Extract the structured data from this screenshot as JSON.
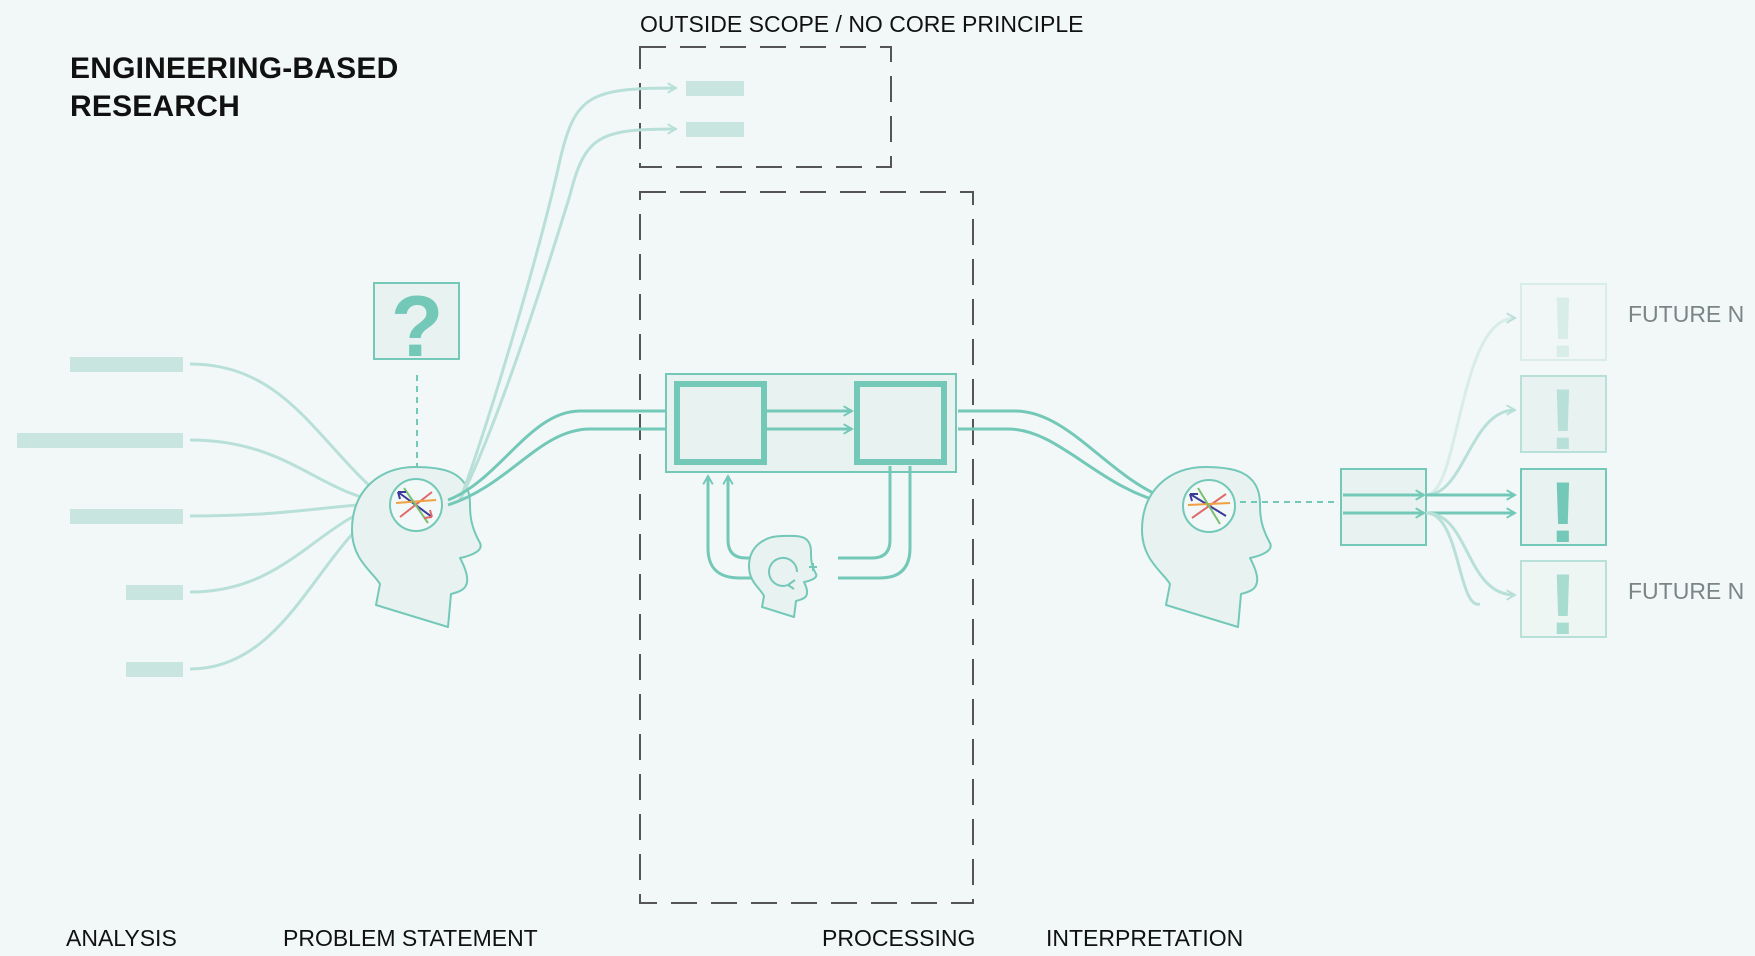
{
  "title_line1": "ENGINEERING-BASED",
  "title_line2": "RESEARCH",
  "scope_label": "OUTSIDE SCOPE / NO CORE PRINCIPLE",
  "question_glyph": "?",
  "exclaim_glyph": "!",
  "future_label_1": "FUTURE N",
  "future_label_2": "FUTURE N",
  "stages": {
    "analysis": "ANALYSIS",
    "problem_statement": "PROBLEM STATEMENT",
    "processing": "PROCESSING",
    "interpretation": "INTERPRETATION"
  },
  "colors": {
    "background": "#f2f8f8",
    "accent": "#74c8b8",
    "accent_light": "#b8e0d8",
    "fill_light": "#e8f3f1",
    "dash": "#555555",
    "arrow_dark_blue": "#3a3a9a",
    "arrow_red": "#e06a6a",
    "arrow_orange": "#f0a040",
    "arrow_green": "#7ac070"
  }
}
